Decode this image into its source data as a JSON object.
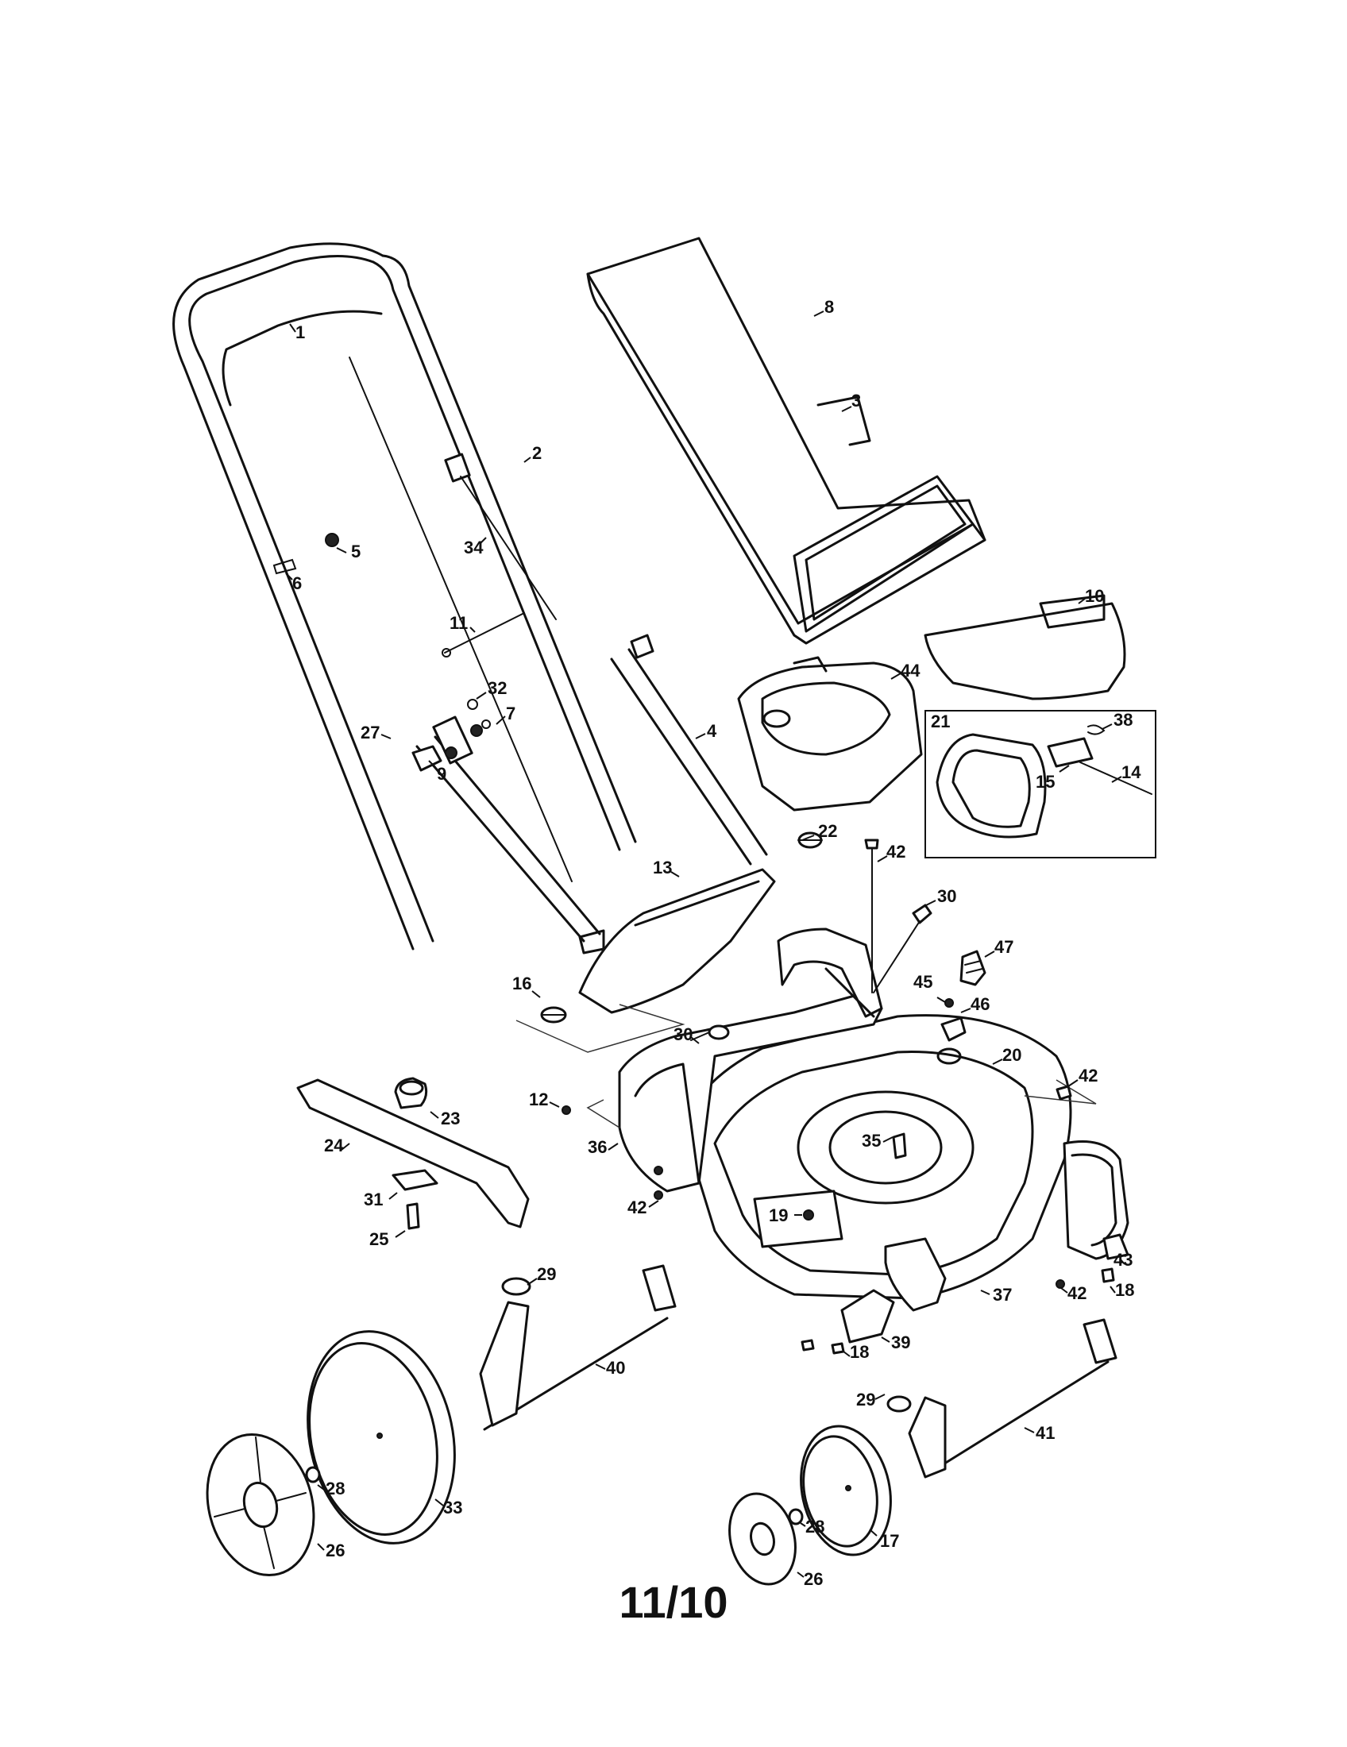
{
  "page": {
    "date_code": "11/10"
  },
  "callouts": {
    "p1": "1",
    "p2": "2",
    "p3": "3",
    "p4": "4",
    "p5": "5",
    "p6": "6",
    "p7": "7",
    "p8": "8",
    "p9": "9",
    "p10": "10",
    "p11": "11",
    "p12": "12",
    "p13": "13",
    "p14": "14",
    "p15": "15",
    "p16": "16",
    "p17": "17",
    "p18a": "18",
    "p18b": "18",
    "p19": "19",
    "p20": "20",
    "p21": "21",
    "p22": "22",
    "p23": "23",
    "p24": "24",
    "p25": "25",
    "p26a": "26",
    "p26b": "26",
    "p27": "27",
    "p28a": "28",
    "p28b": "28",
    "p29a": "29",
    "p29b": "29",
    "p30a": "30",
    "p30b": "30",
    "p31": "31",
    "p32": "32",
    "p33": "33",
    "p34": "34",
    "p35": "35",
    "p36": "36",
    "p37": "37",
    "p38": "38",
    "p39": "39",
    "p40": "40",
    "p41": "41",
    "p42a": "42",
    "p42b": "42",
    "p42c": "42",
    "p42d": "42",
    "p43": "43",
    "p44": "44",
    "p45": "45",
    "p46": "46",
    "p47": "47"
  }
}
